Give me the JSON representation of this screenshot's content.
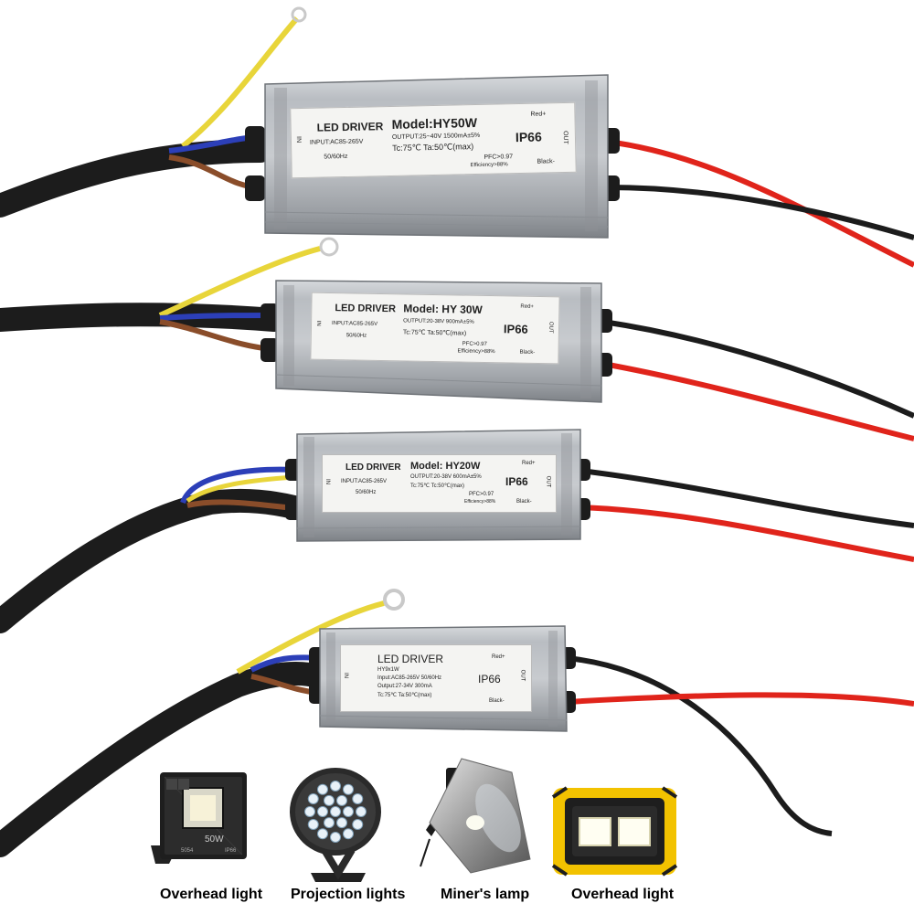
{
  "drivers": [
    {
      "title": "LED DRIVER",
      "model": "Model:HY50W",
      "input": "INPUT:AC85-265V",
      "freq": "50/60Hz",
      "output": "OUTPUT:25~40V  1500mA±5%",
      "temp": "Tc:75℃  Ta:50℃(max)",
      "rating": "IP66",
      "red": "Red+",
      "black": "Black-",
      "pfc": "PFC>0.97",
      "efficiency": "Efficiency>88%",
      "in_side": "IN",
      "out_side": "OUT"
    },
    {
      "title": "LED DRIVER",
      "model": "Model: HY 30W",
      "input": "INPUT:AC85-265V",
      "freq": "50/60Hz",
      "output": "OUTPUT:20-38V  900mA±5%",
      "temp": "Tc:75℃  Ta:50℃(max)",
      "rating": "IP66",
      "red": "Red+",
      "black": "Black-",
      "pfc": "PFC>0.97",
      "efficiency": "Efficiency>88%",
      "in_side": "IN",
      "out_side": "OUT"
    },
    {
      "title": "LED DRIVER",
      "model": "Model: HY20W",
      "input": "INPUT:AC85-265V",
      "freq": "50/60Hz",
      "output": "OUTPUT:20-38V  600mA±5%",
      "temp": "Tc:75℃  Tc:50℃(max)",
      "rating": "IP66",
      "red": "Red+",
      "black": "Black-",
      "pfc": "PFC>0.97",
      "efficiency": "Efficiency>88%",
      "in_side": "IN",
      "out_side": "OUT"
    },
    {
      "title": "LED DRIVER",
      "model": "HY9x1W",
      "input": "Input:AC85-265V  50/60Hz",
      "freq": "",
      "output": "Output:27-34V  300mA",
      "temp": "Tc:75℃  Ta:50℃(max)",
      "rating": "IP66",
      "red": "Red+",
      "black": "Black-",
      "pfc": "",
      "efficiency": "",
      "in_side": "IN",
      "out_side": "OUT"
    }
  ],
  "floodlight_label": "50W",
  "floodlight_code": "5054",
  "floodlight_rating": "IP66",
  "captions": [
    "Overhead light",
    "Projection lights",
    "Miner's lamp",
    "Overhead light"
  ],
  "colors": {
    "housing": "#a9adb2",
    "cable": "#1c1c1c",
    "wire_red": "#e0241b",
    "wire_blue": "#2c3fb8",
    "wire_brown": "#8a4d2a",
    "wire_yellow": "#e8d53a",
    "lamp_yellow": "#f2c200"
  }
}
